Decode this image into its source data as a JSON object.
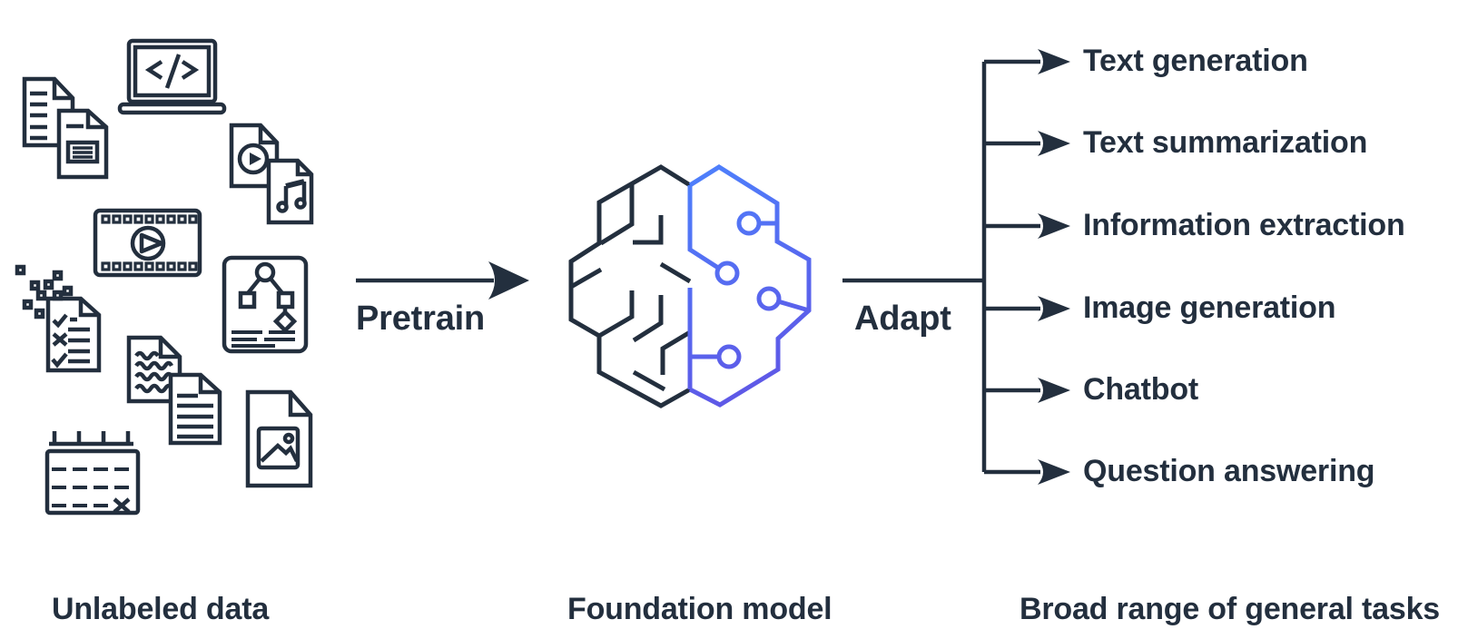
{
  "colors": {
    "ink": "#232F3E",
    "brain_blue": "#4D80FC",
    "brain_purple": "#6152E3",
    "background": "#FFFFFF"
  },
  "stages": {
    "pretrain_label": "Pretrain",
    "adapt_label": "Adapt"
  },
  "captions": {
    "unlabeled_data": "Unlabeled data",
    "foundation_model": "Foundation model",
    "tasks_range": "Broad range of general tasks"
  },
  "tasks": [
    {
      "label": "Text generation"
    },
    {
      "label": "Text summarization"
    },
    {
      "label": "Information extraction"
    },
    {
      "label": "Image generation"
    },
    {
      "label": "Chatbot"
    },
    {
      "label": "Question answering"
    }
  ],
  "icons": {
    "unlabeled_data_icons": [
      "text-documents-icon",
      "code-laptop-icon",
      "media-files-icon",
      "video-filmstrip-icon",
      "data-pixels-icon",
      "checklist-document-icon",
      "flowchart-card-icon",
      "draft-documents-icon",
      "image-file-icon",
      "calendar-table-icon"
    ],
    "model_icon": "circuit-brain-icon"
  }
}
